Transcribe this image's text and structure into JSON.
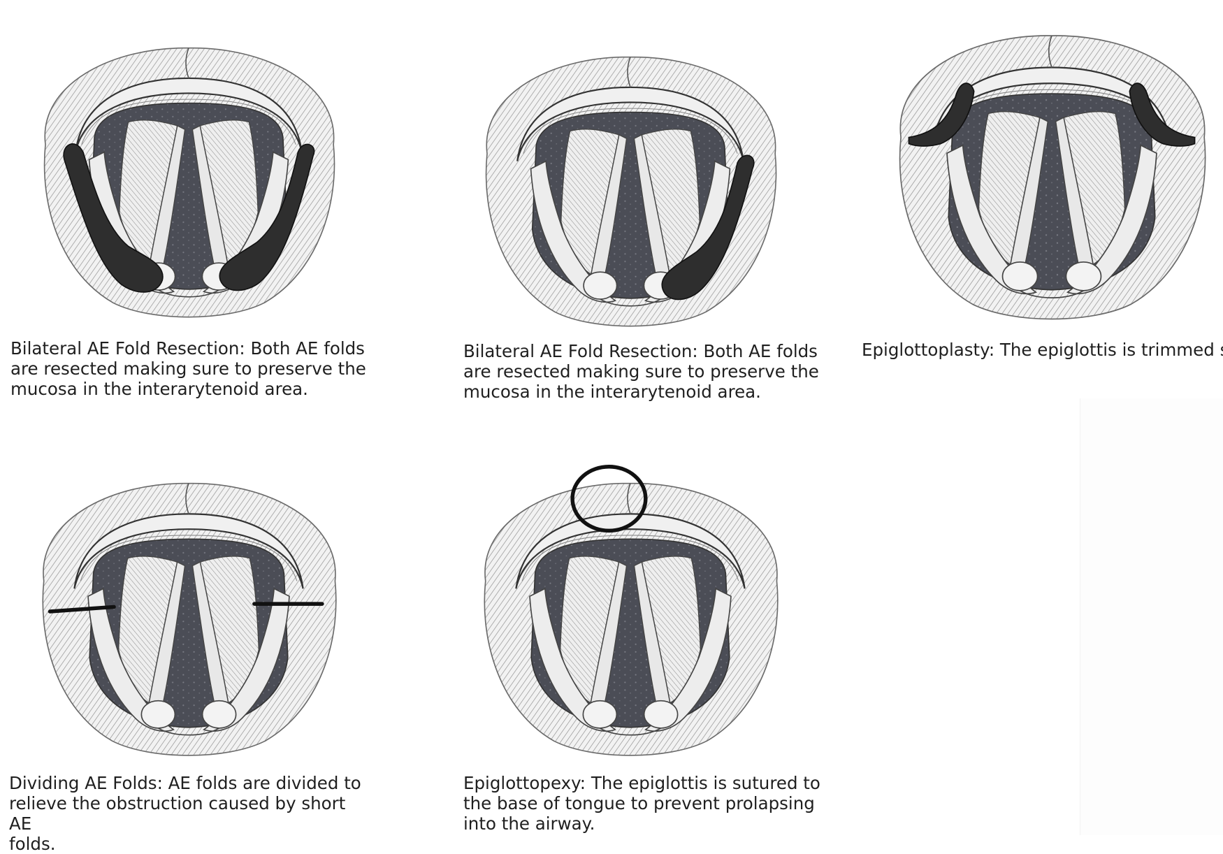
{
  "panels": [
    {
      "id": "bilateral-1",
      "caption": "Bilateral AE Fold Resection: Both AE folds\nare resected making sure to preserve the\nmucosa in the interarytenoid area.",
      "marking": "both-ae-folds-shaded"
    },
    {
      "id": "bilateral-2",
      "caption": "Bilateral AE Fold Resection: Both AE folds\nare resected making sure to preserve the\nmucosa in the interarytenoid area.",
      "marking": "right-ae-fold-shaded"
    },
    {
      "id": "epiglottoplasty",
      "caption": "Epiglottoplasty: The epiglottis is trimmed\nsuch that the obstruction is relieved.",
      "marking": "epiglottis-edges-shaded"
    },
    {
      "id": "dividing",
      "caption": "Dividing AE Folds: AE folds are divided to\nrelieve the obstruction caused by short AE\nfolds.",
      "marking": "ae-fold-division-lines"
    },
    {
      "id": "epiglottopexy",
      "caption": "Epiglottopexy: The epiglottis is sutured to\nthe base of tongue to prevent prolapsing\ninto the airway.",
      "marking": "epiglottis-tip-circled"
    }
  ],
  "colors": {
    "airway": "#4d4f58",
    "tissue": "#e9e9e9",
    "hatch": "#8a8a8a",
    "outline": "#3a3a3a",
    "marking": "#2b2b2b"
  }
}
